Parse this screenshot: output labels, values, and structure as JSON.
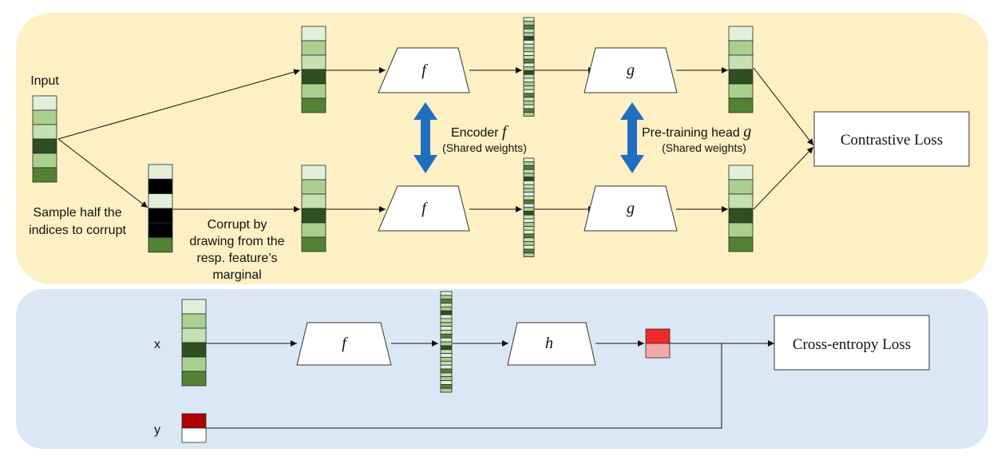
{
  "diagram": {
    "labels": {
      "input": "Input",
      "sample_line1": "Sample half the",
      "sample_line2": "indices to corrupt",
      "corrupt_line1": "Corrupt by",
      "corrupt_line2": "drawing from the",
      "corrupt_line3": "resp. feature’s",
      "corrupt_line4": "marginal",
      "encoder_title": "Encoder",
      "encoder_symbol": "f",
      "encoder_shared": "(Shared weights)",
      "head_title": "Pre-training head",
      "head_symbol": "g",
      "head_shared": "(Shared weights)",
      "x_label": "x",
      "y_label": "y"
    },
    "blocks": {
      "f_top": "f",
      "g_top": "g",
      "f_bottom": "f",
      "g_bottom": "g",
      "f_finetune": "f",
      "h_finetune": "h"
    },
    "losses": {
      "contrastive": "Contrastive Loss",
      "cross_entropy": "Cross-entropy Loss"
    },
    "colors": {
      "pretrain_panel": "#fdf0c4",
      "finetune_panel": "#dce7f5",
      "arrow_blue": "#1f6fc1",
      "corrupt_black": "#000000",
      "pred_red": "#ee2a2a",
      "pred_pink": "#f4a9a6",
      "label_darkred": "#b00000"
    },
    "feature_colors": [
      "#e1efdb",
      "#a9d08e",
      "#c5e0b4",
      "#2e4f21",
      "#a9d08e",
      "#548235"
    ],
    "corrupt_colors": [
      "#e1efdb",
      "#000000",
      "#e1efdb",
      "#000000",
      "#000000",
      "#548235"
    ],
    "embedding_colors": [
      "#e1efdb",
      "#a9d08e",
      "#548235",
      "#c5e0b4",
      "#a9d08e",
      "#2e4f21",
      "#e1efdb",
      "#c5e0b4",
      "#a9d08e",
      "#e1efdb",
      "#c5e0b4",
      "#548235",
      "#e1efdb",
      "#a9d08e",
      "#2e4f21",
      "#c5e0b4",
      "#e1efdb",
      "#a9d08e",
      "#c5e0b4",
      "#e1efdb",
      "#548235",
      "#c5e0b4",
      "#a9d08e",
      "#e1efdb",
      "#548235",
      "#a9d08e"
    ]
  }
}
